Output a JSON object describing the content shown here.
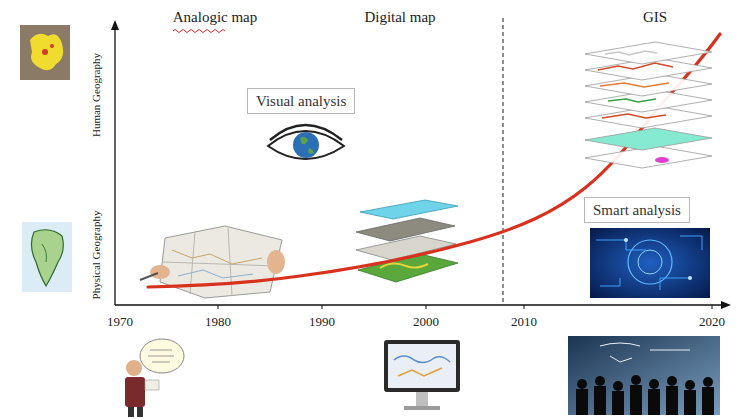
{
  "diagram": {
    "nodes": [
      {
        "text": [
          "Visual analysis"
        ]
      },
      {
        "text": [
          "Smart analysis"
        ]
      }
    ],
    "labels": [
      "Analogic map",
      "Digital map",
      "GIS",
      "Human Geography",
      "Physical Geography",
      "1970",
      "1980",
      "1990",
      "2000",
      "2010",
      "2020"
    ]
  }
}
